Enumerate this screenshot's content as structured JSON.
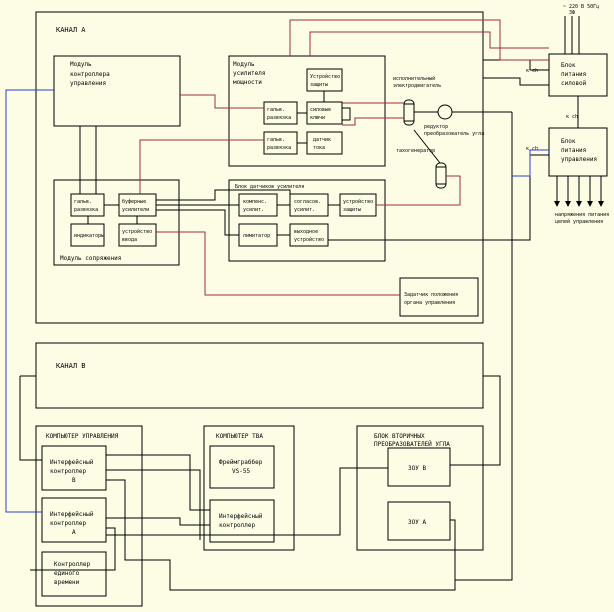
{
  "channel_a": {
    "title": "КАНАЛ А",
    "control_module": [
      "Модуль",
      "контроллера",
      "управления"
    ],
    "amp_module": [
      "Модуль",
      "усилителя",
      "мощности"
    ],
    "amp_dev": [
      "Устройство",
      "защиты"
    ],
    "amp_galv1": [
      "гальв.",
      "развязка"
    ],
    "amp_power": [
      "силовые",
      "ключи"
    ],
    "amp_galv2": [
      "гальв.",
      "развязка"
    ],
    "amp_current": [
      "датчик",
      "тока"
    ],
    "interface_module": "Модуль сопряжения",
    "if_galv": [
      "гальв.",
      "развязка"
    ],
    "if_buffer": [
      "буферные",
      "усилители"
    ],
    "if_indicators": "индикаторы",
    "if_input": [
      "устройство",
      "ввода"
    ],
    "sensor_block_title": "Блок датчиков усилителя",
    "sens_nonlin": [
      "компенс.",
      "усилит."
    ],
    "sens_amp": [
      "согласов.",
      "усилит."
    ],
    "sens_protect": [
      "устройство",
      "защиты"
    ],
    "sens_limit": "лимитатор",
    "sens_output": [
      "выходное",
      "устройство"
    ],
    "external_block": [
      "Задатчик положения",
      "органа управления"
    ],
    "motor_label": [
      "исполнительный",
      "электродвигатель"
    ],
    "reducer_label": [
      "редуктор",
      "преобразователь угла"
    ],
    "tacho_label": "тахогенератор"
  },
  "power": {
    "voltage_top": [
      "~ 220 В 50Гц",
      "3Ф"
    ],
    "power_block": [
      "Блок",
      "питания",
      "силовой"
    ],
    "control_power": [
      "Блок",
      "питания",
      "управления"
    ],
    "label_ach": "к ch",
    "label_bch": "к ch",
    "label_ach2": "к ch",
    "outputs": [
      "напряжения питания",
      "цепей управления"
    ]
  },
  "channel_b": {
    "title": "КАНАЛ В"
  },
  "control_computer": {
    "title": "КОМПЬЮТЕР УПРАВЛЕНИЯ",
    "if_b": [
      "Интерфейсный",
      "контроллер",
      "В"
    ],
    "if_a": [
      "Интерфейсный",
      "контроллер",
      "А"
    ],
    "time_ctrl": [
      "Контроллер",
      "единого",
      "времени"
    ]
  },
  "tv_computer": {
    "title": "КОМПЬЮТЕР ТВА",
    "frame_grabber": [
      "Фреймграббер",
      "VS-55"
    ],
    "if_ctrl": [
      "Интерфейсный",
      "контроллер"
    ]
  },
  "secondary": {
    "title": [
      "БЛОК ВТОРИЧНЫХ",
      "ПРЕОБРАЗОВАТЕЛЕЙ УГЛА"
    ],
    "dou_b": "ЗОУ В",
    "dou_a": "ЗОУ А"
  }
}
